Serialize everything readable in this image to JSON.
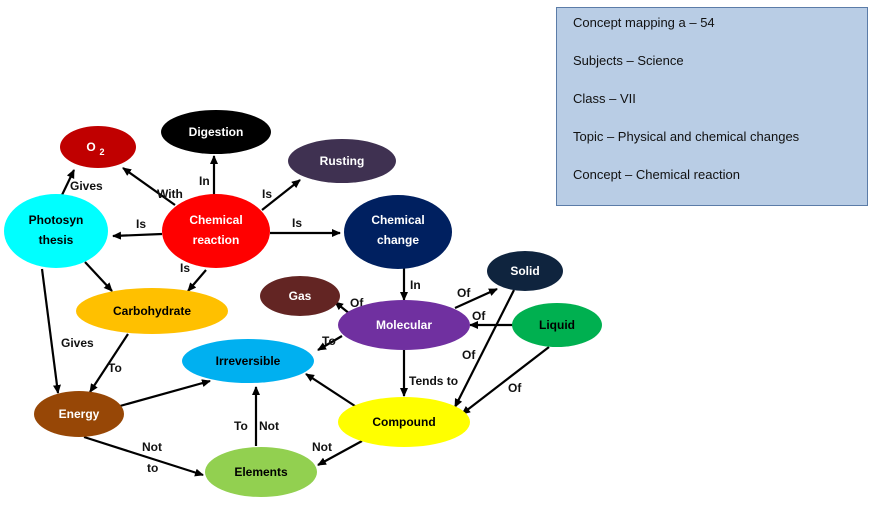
{
  "info": {
    "line1": "Concept mapping a – 54",
    "line2": "Subjects – Science",
    "line3": "Class – VII",
    "line4": "Topic – Physical and chemical changes",
    "line5": "Concept – Chemical reaction"
  },
  "nodes": {
    "o2": {
      "label": "O",
      "sub": "2",
      "fill": "#c00000",
      "text_color": "#ffffff"
    },
    "digestion": {
      "label": "Digestion",
      "fill": "#000000",
      "text_color": "#ffffff"
    },
    "rusting": {
      "label": "Rusting",
      "fill": "#3f3151",
      "text_color": "#ffffff"
    },
    "photosynthesis": {
      "line1": "Photosyn",
      "line2": "thesis",
      "fill": "#00ffff",
      "text_color": "#000000"
    },
    "chemical_reaction": {
      "line1": "Chemical",
      "line2": "reaction",
      "fill": "#ff0000",
      "text_color": "#ffffff"
    },
    "chemical_change": {
      "line1": "Chemical",
      "line2": "change",
      "fill": "#002060",
      "text_color": "#ffffff"
    },
    "solid": {
      "label": "Solid",
      "fill": "#0f243e",
      "text_color": "#ffffff"
    },
    "gas": {
      "label": "Gas",
      "fill": "#632523",
      "text_color": "#ffffff"
    },
    "carbohydrate": {
      "label": "Carbohydrate",
      "fill": "#ffc000",
      "text_color": "#000000"
    },
    "molecular": {
      "label": "Molecular",
      "fill": "#7030a0",
      "text_color": "#ffffff"
    },
    "liquid": {
      "label": "Liquid",
      "fill": "#00b050",
      "text_color": "#000000"
    },
    "irreversible": {
      "label": "Irreversible",
      "fill": "#00b0f0",
      "text_color": "#000000"
    },
    "energy": {
      "label": "Energy",
      "fill": "#974706",
      "text_color": "#ffffff"
    },
    "compound": {
      "label": "Compound",
      "fill": "#ffff00",
      "text_color": "#000000"
    },
    "elements": {
      "label": "Elements",
      "fill": "#92d050",
      "text_color": "#000000"
    }
  },
  "edge_labels": {
    "gives_o2": "Gives",
    "with": "With",
    "in_digestion": "In",
    "is_rusting": "Is",
    "is_photosynthesis": "Is",
    "is_chemical_change": "Is",
    "is_carbohydrate": "Is",
    "gives_energy": "Gives",
    "to_energy": "To",
    "in_molecular": "In",
    "of_solid": "Of",
    "of_gas": "Of",
    "of_liquid": "Of",
    "to_irreversible": "To",
    "tends_to": "Tends to",
    "of_solid_compound": "Of",
    "of_liquid_compound": "Of",
    "to_not_1": "To",
    "to_not_2": "Not",
    "not_to_1": "Not",
    "not_to_2": "to",
    "not_elements": "Not"
  }
}
